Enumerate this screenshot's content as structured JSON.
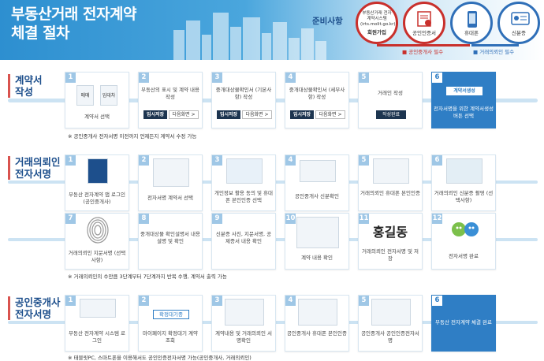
{
  "header": {
    "title_line1": "부동산거래 전자계약",
    "title_line2": "체결 절차",
    "prep_label": "준비사항",
    "items": [
      {
        "top": "부동산거래 전자계약시스템 (irts.molit.go.kr)",
        "label": "회원가입",
        "color": "#c9302c"
      },
      {
        "top": "",
        "label": "공인인증서",
        "color": "#c9302c"
      },
      {
        "top": "",
        "label": "휴대폰",
        "color": "#2f6fb8"
      },
      {
        "top": "",
        "label": "신분증",
        "color": "#2f6fb8"
      }
    ],
    "legend_red": "공인중개사 필수",
    "legend_blue": "거래의뢰인 필수"
  },
  "contract": {
    "label_line1": "계약서",
    "label_line2": "작성",
    "note": "※ 공인중개사 전자서명 이전까지 언제든지 계약서 수정 가능",
    "steps": [
      {
        "num": "1",
        "text": "계약서 선택",
        "doc1": "매매",
        "doc2": "임대차"
      },
      {
        "num": "2",
        "text": "부동산의 표시 및 계약 내용 작성",
        "btn1": "임시저장",
        "btn2": "다음화면 >"
      },
      {
        "num": "3",
        "text": "중개대상물확인서 (기본사항) 작성",
        "btn1": "임시저장",
        "btn2": "다음화면 >"
      },
      {
        "num": "4",
        "text": "중개대상물확인서 (세부사항) 작성",
        "btn1": "임시저장",
        "btn2": "다음화면 >"
      },
      {
        "num": "5",
        "text": "거래인 작성",
        "btn1": "작성완료"
      },
      {
        "num": "6",
        "text": "전자서명을 위한 계약서생성 버튼 선택",
        "btn1": "계약서생성"
      }
    ]
  },
  "client": {
    "label_line1": "거래의뢰인",
    "label_line2": "전자서명",
    "note": "※ 거래의뢰인의 수만큼 3단계부터 7단계까지 반복 수행, 계약서 출력 가능",
    "steps": [
      {
        "num": "1",
        "text": "부동산 전자계약 앱 로그인(공인중개사)"
      },
      {
        "num": "2",
        "text": "전자서명 계약서 선택"
      },
      {
        "num": "3",
        "text": "개인정보 활용 동의 및 휴대폰 본인인증 선택"
      },
      {
        "num": "4",
        "text": "공인중개사 신분확인"
      },
      {
        "num": "5",
        "text": "거래의뢰인 휴대폰 본인인증"
      },
      {
        "num": "6",
        "text": "거래의뢰인 신분증 촬영 (선택사항)"
      },
      {
        "num": "7",
        "text": "거래의뢰인 지문서명 (선택사항)"
      },
      {
        "num": "8",
        "text": "중개대상물 확인설명서 내용 설명 및 확인"
      },
      {
        "num": "9",
        "text": "신분증 사진, 지문서명, 공제증서 내용 확인"
      },
      {
        "num": "10",
        "text": "계약 내용 확인"
      },
      {
        "num": "11",
        "text": "거래의뢰인 전자서명 및 저장",
        "sig": "홍길동"
      },
      {
        "num": "12",
        "text": "전자서명 완료"
      }
    ]
  },
  "agent": {
    "label_line1": "공인중개사",
    "label_line2": "전자서명",
    "note": "※ 태블릿PC, 스마트폰을 이용해서도 공인인증전자서명 가능(공인중개사, 거래의뢰인)",
    "steps": [
      {
        "num": "1",
        "text": "부동산 전자계약 시스템 로그인"
      },
      {
        "num": "2",
        "text": "마이페이지 확정대기 계약 조회",
        "tag": "확정대기중"
      },
      {
        "num": "3",
        "text": "계약내용 및 거래의뢰인 서명확인"
      },
      {
        "num": "4",
        "text": "공인중개사 휴대폰 본인인증"
      },
      {
        "num": "5",
        "text": "공인중개사 공인인증전자서명"
      },
      {
        "num": "6",
        "text": "부동산 전자계약 체결 완료"
      }
    ]
  }
}
